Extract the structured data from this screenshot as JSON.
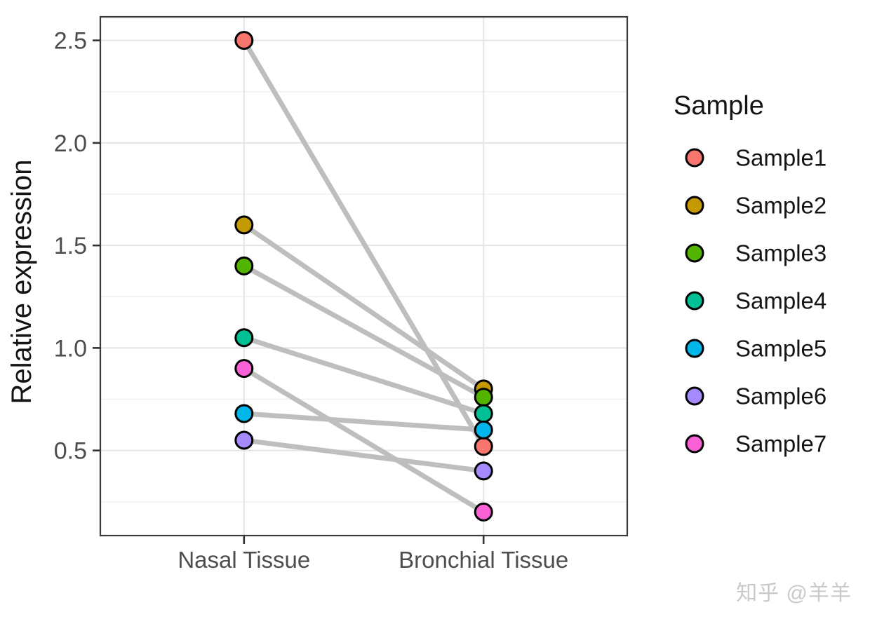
{
  "figure": {
    "watermark": "知乎 @羊羊"
  },
  "chart_data": {
    "type": "line",
    "subtype": "paired-dot-slope-chart",
    "title": "",
    "xlabel": "",
    "ylabel": "Relative expression",
    "categories": [
      "Nasal Tissue",
      "Bronchial Tissue"
    ],
    "y_axis": {
      "tick_values": [
        0.5,
        1.0,
        1.5,
        2.0,
        2.5
      ],
      "tick_labels": [
        "0.5",
        "1.0",
        "1.5",
        "2.0",
        "2.5"
      ],
      "minor_tick_values": [
        0.25,
        0.75,
        1.25,
        1.75,
        2.25
      ],
      "range": [
        0.085,
        2.615
      ]
    },
    "grid": "major-and-minor",
    "legend": {
      "title": "Sample",
      "position": "right"
    },
    "series": [
      {
        "name": "Sample1",
        "color": "#F8766D",
        "values": [
          2.5,
          0.52
        ]
      },
      {
        "name": "Sample2",
        "color": "#C49A00",
        "values": [
          1.6,
          0.8
        ]
      },
      {
        "name": "Sample3",
        "color": "#53B400",
        "values": [
          1.4,
          0.76
        ]
      },
      {
        "name": "Sample4",
        "color": "#00C094",
        "values": [
          1.05,
          0.68
        ]
      },
      {
        "name": "Sample5",
        "color": "#00B6EB",
        "values": [
          0.68,
          0.6
        ]
      },
      {
        "name": "Sample6",
        "color": "#A58AFF",
        "values": [
          0.55,
          0.4
        ]
      },
      {
        "name": "Sample7",
        "color": "#FB61D7",
        "values": [
          0.9,
          0.2
        ]
      }
    ],
    "colors": {
      "connector": "#BEBEBE",
      "grid_major": "#E4E4E4",
      "grid_minor": "#F0F0F0",
      "panel_border": "#3A3A3A",
      "tick": "#333333",
      "tick_label": "#4D4D4D",
      "axis_title": "#141414",
      "legend_text": "#141414",
      "point_stroke": "#000000",
      "background": "#FFFFFF",
      "watermark": "#C9C9C9"
    }
  }
}
